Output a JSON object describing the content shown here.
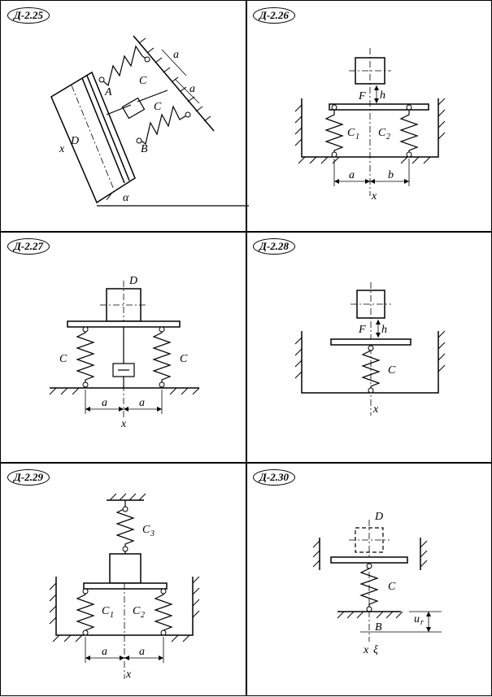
{
  "problems": [
    {
      "tag": "Д-2.25",
      "labels": {
        "a1": "a",
        "a2": "a",
        "C1": "C",
        "C2": "C",
        "A": "A",
        "B": "B",
        "D": "D",
        "x": "x",
        "alpha": "α"
      }
    },
    {
      "tag": "Д-2.26",
      "labels": {
        "F": "F",
        "h": "h",
        "C1": "C",
        "C1s": "1",
        "C2": "C",
        "C2s": "2",
        "a": "a",
        "b": "b",
        "x": "x"
      }
    },
    {
      "tag": "Д-2.27",
      "labels": {
        "D": "D",
        "C1": "C",
        "C2": "C",
        "a1": "a",
        "a2": "a",
        "x": "x"
      }
    },
    {
      "tag": "Д-2.28",
      "labels": {
        "F": "F",
        "h": "h",
        "C": "C",
        "x": "x"
      }
    },
    {
      "tag": "Д-2.29",
      "labels": {
        "C3": "C",
        "C3s": "3",
        "C1": "C",
        "C1s": "1",
        "C2": "C",
        "C2s": "2",
        "a1": "a",
        "a2": "a",
        "x": "x"
      }
    },
    {
      "tag": "Д-2.30",
      "labels": {
        "D": "D",
        "C": "C",
        "B": "B",
        "x": "x",
        "xi": "ξ",
        "u": "u",
        "us": "r"
      }
    }
  ]
}
